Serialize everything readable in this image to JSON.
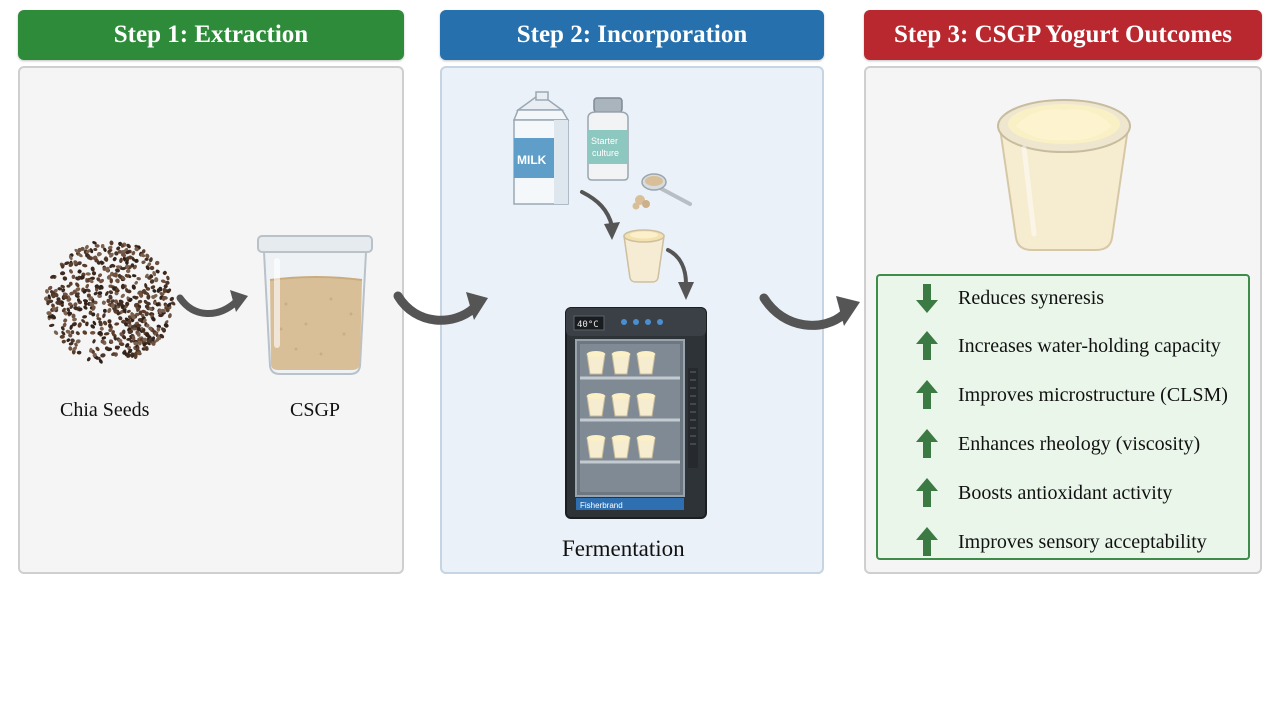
{
  "steps": [
    {
      "title": "Step 1: Extraction",
      "color": "#2e8b3a"
    },
    {
      "title": "Step 2: Incorporation",
      "color": "#2670ad"
    },
    {
      "title": "Step 3: CSGP Yogurt Outcomes",
      "color": "#b8282e"
    }
  ],
  "step1": {
    "chia_label": "Chia Seeds",
    "csgp_label": "CSGP"
  },
  "step2": {
    "milk_label": "MILK",
    "starter_label_line1": "Starter",
    "starter_label_line2": "culture",
    "incubator_display": "40°C",
    "incubator_brand": "Fisherbrand",
    "fermentation_label": "Fermentation"
  },
  "outcomes": [
    {
      "text": "Reduces syneresis",
      "direction": "down"
    },
    {
      "text": "Increases water-holding capacity",
      "direction": "up"
    },
    {
      "text": "Improves microstructure (CLSM)",
      "direction": "up"
    },
    {
      "text": "Enhances rheology (viscosity)",
      "direction": "up"
    },
    {
      "text": "Boosts antioxidant activity",
      "direction": "up"
    },
    {
      "text": "Improves sensory acceptability",
      "direction": "up"
    }
  ],
  "colors": {
    "arrow_green": "#3c7a44",
    "outcome_border": "#3d8c4a",
    "flow_arrow": "#555555"
  }
}
